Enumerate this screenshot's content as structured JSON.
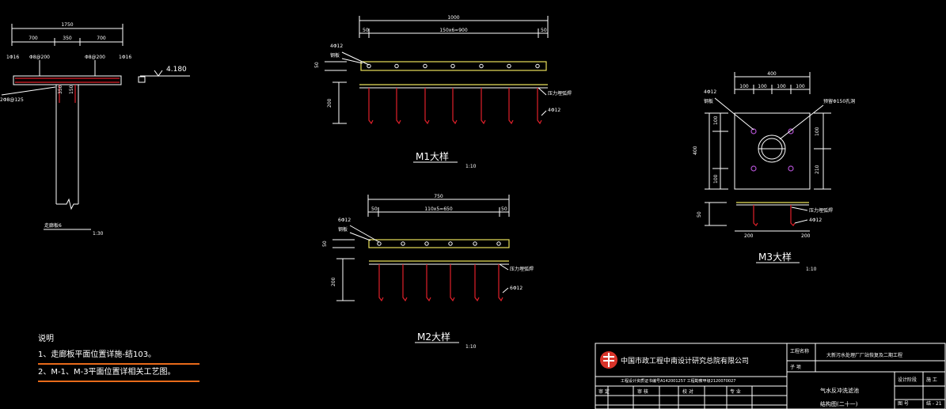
{
  "details": {
    "cantilever": {
      "overall": "1750",
      "seg_a": "700",
      "seg_b": "350",
      "seg_c": "700",
      "rebar_top_left": "Φ8@200",
      "rebar_top_right": "Φ8@200",
      "end_left": "1Φ16",
      "end_right": "1Φ16",
      "level": "4.180",
      "dim_depth_a": "350",
      "dim_depth_b": "150",
      "stirrup": "2Φ8@125",
      "title": "走廊板6",
      "scale": "1:30"
    },
    "m1": {
      "overall": "1000",
      "left": "50",
      "mid": "150x6=900",
      "right": "50",
      "plate_label": "4Φ12",
      "plate_name": "钢板",
      "thk": "50",
      "anchor_len": "200",
      "weld": "压力埋弧焊",
      "hook": "4Φ12",
      "title": "M1大样",
      "scale": "1:10"
    },
    "m2": {
      "overall": "750",
      "left": "50",
      "mid": "110x5=650",
      "right": "50",
      "plate_label": "6Φ12",
      "plate_name": "钢板",
      "thk": "50",
      "anchor_len": "200",
      "weld": "压力埋弧焊",
      "hook": "6Φ12",
      "title": "M2大样",
      "scale": "1:10"
    },
    "m3": {
      "overall": "400",
      "d1": "100",
      "d2": "100",
      "d3": "100",
      "d4": "100",
      "plate_label": "4Φ12",
      "plate_name": "钢板",
      "hole": "预留Φ150孔洞",
      "side_total": "400",
      "side_a": "100",
      "side_b": "210",
      "side_c": "100",
      "thk": "50",
      "weld": "压力埋弧焊",
      "hook": "4Φ12",
      "bot_a": "200",
      "bot_b": "200",
      "title": "M3大样",
      "scale": "1:10"
    }
  },
  "notes": {
    "heading": "说明",
    "items": [
      "1、走廊板平面位置详施-结103。",
      "2、M-1、M-3平面位置详相关工艺图。"
    ]
  },
  "title_block": {
    "company": "中国市政工程中南设计研究总院有限公司",
    "cert": "工程设计资质证书编号A142001257 工程勘察甲级2120070027",
    "project_label": "工程名称",
    "project_name": "大新污水处理厂厂站恢复及二期工程",
    "subitem_label": "子 项",
    "drawing_title_1": "气水反冲洗滤池",
    "drawing_title_2": "结构图(二十一)",
    "row_labels": [
      "审 定",
      "审 核",
      "校 对",
      "专 业"
    ],
    "right_labels": [
      "设计阶段",
      "图 号",
      "施 工",
      "结 - 21"
    ]
  },
  "colors": {
    "background": "#000000",
    "line": "#ffffff",
    "rebar": "#e0202a",
    "plate": "#e8e05a",
    "bolt": "#b050d0",
    "highlight": "#e86a1a"
  }
}
